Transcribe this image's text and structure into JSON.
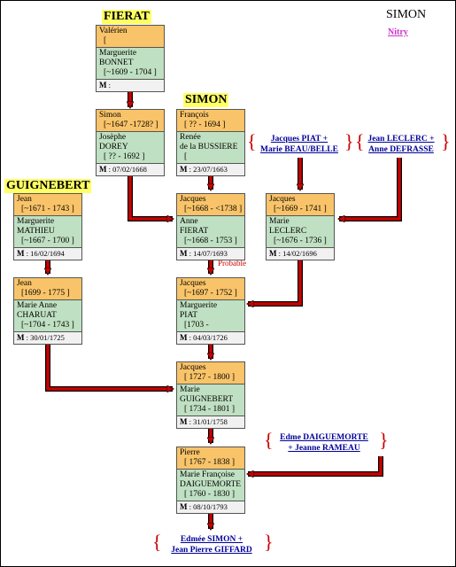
{
  "header": {
    "title": "SIMON",
    "place_link": "Nitry"
  },
  "families": {
    "fierat": "FIERAT",
    "simon": "SIMON",
    "guignebert": "GUIGNEBERT"
  },
  "probable_label": "Probable",
  "couples": {
    "c1": {
      "husband": "Valérien",
      "husband_dates": "[",
      "wife1": "Marguerite",
      "wife2": "BONNET",
      "wife_dates": "[~1609 - 1704 ]",
      "marriage_label": "M",
      "marriage": ":"
    },
    "c2": {
      "husband": "Simon",
      "husband_dates": "[~1647 -1728? ]",
      "wife1": "Josèphe",
      "wife2": "DOREY",
      "wife_dates": "[ ?? - 1692 ]",
      "marriage_label": "M",
      "marriage": ": 07/02/1668"
    },
    "c3": {
      "husband": "François",
      "husband_dates": "[ ?? - 1694 ]",
      "wife1": "Renée",
      "wife2": "de la BUSSIERE",
      "wife_dates": "[",
      "marriage_label": "M",
      "marriage": ": 23/07/1663"
    },
    "c4": {
      "husband": "Jean",
      "husband_dates": "[~1671 - 1743 ]",
      "wife1": "Marguerite",
      "wife2": "MATHIEU",
      "wife_dates": "[~1667 - 1700 ]",
      "marriage_label": "M",
      "marriage": ": 16/02/1694"
    },
    "c5": {
      "husband": "Jacques",
      "husband_dates": "[~1668 - <1738 ]",
      "wife1": "Anne",
      "wife2": "FIERAT",
      "wife_dates": "[~1668 - 1753 ]",
      "marriage_label": "M",
      "marriage": ": 14/07/1693"
    },
    "c6": {
      "husband": "Jacques",
      "husband_dates": "[~1669 - 1741 ]",
      "wife1": "Marie",
      "wife2": "LECLERC",
      "wife_dates": "[~1676 - 1736 ]",
      "marriage_label": "M",
      "marriage": ": 14/02/1696"
    },
    "c7": {
      "husband": "Jean",
      "husband_dates": "[1699 - 1775 ]",
      "wife1": "Marie Anne",
      "wife2": "CHARUAT",
      "wife_dates": "[~1704 - 1743 ]",
      "marriage_label": "M",
      "marriage": ": 30/01/1725"
    },
    "c8": {
      "husband": "Jacques",
      "husband_dates": "[~1697 - 1752 ]",
      "wife1": "Marguerite",
      "wife2": "PIAT",
      "wife_dates": "[1703 -",
      "marriage_label": "M",
      "marriage": ": 04/03/1726"
    },
    "c9": {
      "husband": "Jacques",
      "husband_dates": "[ 1727 - 1800 ]",
      "wife1": "Marie",
      "wife2": "GUIGNEBERT",
      "wife_dates": "[ 1734 - 1801 ]",
      "marriage_label": "M",
      "marriage": ": 31/01/1758"
    },
    "c10": {
      "husband": "Pierre",
      "husband_dates": "[ 1767 - 1838 ]",
      "wife1": "Marie Françoise",
      "wife2": "DAIGUEMORTE",
      "wife_dates": "[ 1760 - 1830 ]",
      "marriage_label": "M",
      "marriage": ": 08/10/1793"
    }
  },
  "links": {
    "piat": {
      "line1": "Jacques PIAT +",
      "line2": "Marie BEAU/BELLE"
    },
    "leclerc": {
      "line1": "Jean LECLERC +",
      "line2": "Anne DEFRASSE"
    },
    "daiguemorte": {
      "line1": "Edme DAIGUEMORTE",
      "line2": "+ Jeanne RAMEAU"
    },
    "descendants": {
      "line1": "Edmée SIMON +",
      "line2": "Jean Pierre GIFFARD"
    }
  },
  "colors": {
    "husband_bg": "#f9c469",
    "wife_bg": "#bfe0c2",
    "arrow": "#cc0000",
    "family_label_bg": "#ffff66",
    "link": "#000099",
    "place_link": "#cc33cc"
  }
}
